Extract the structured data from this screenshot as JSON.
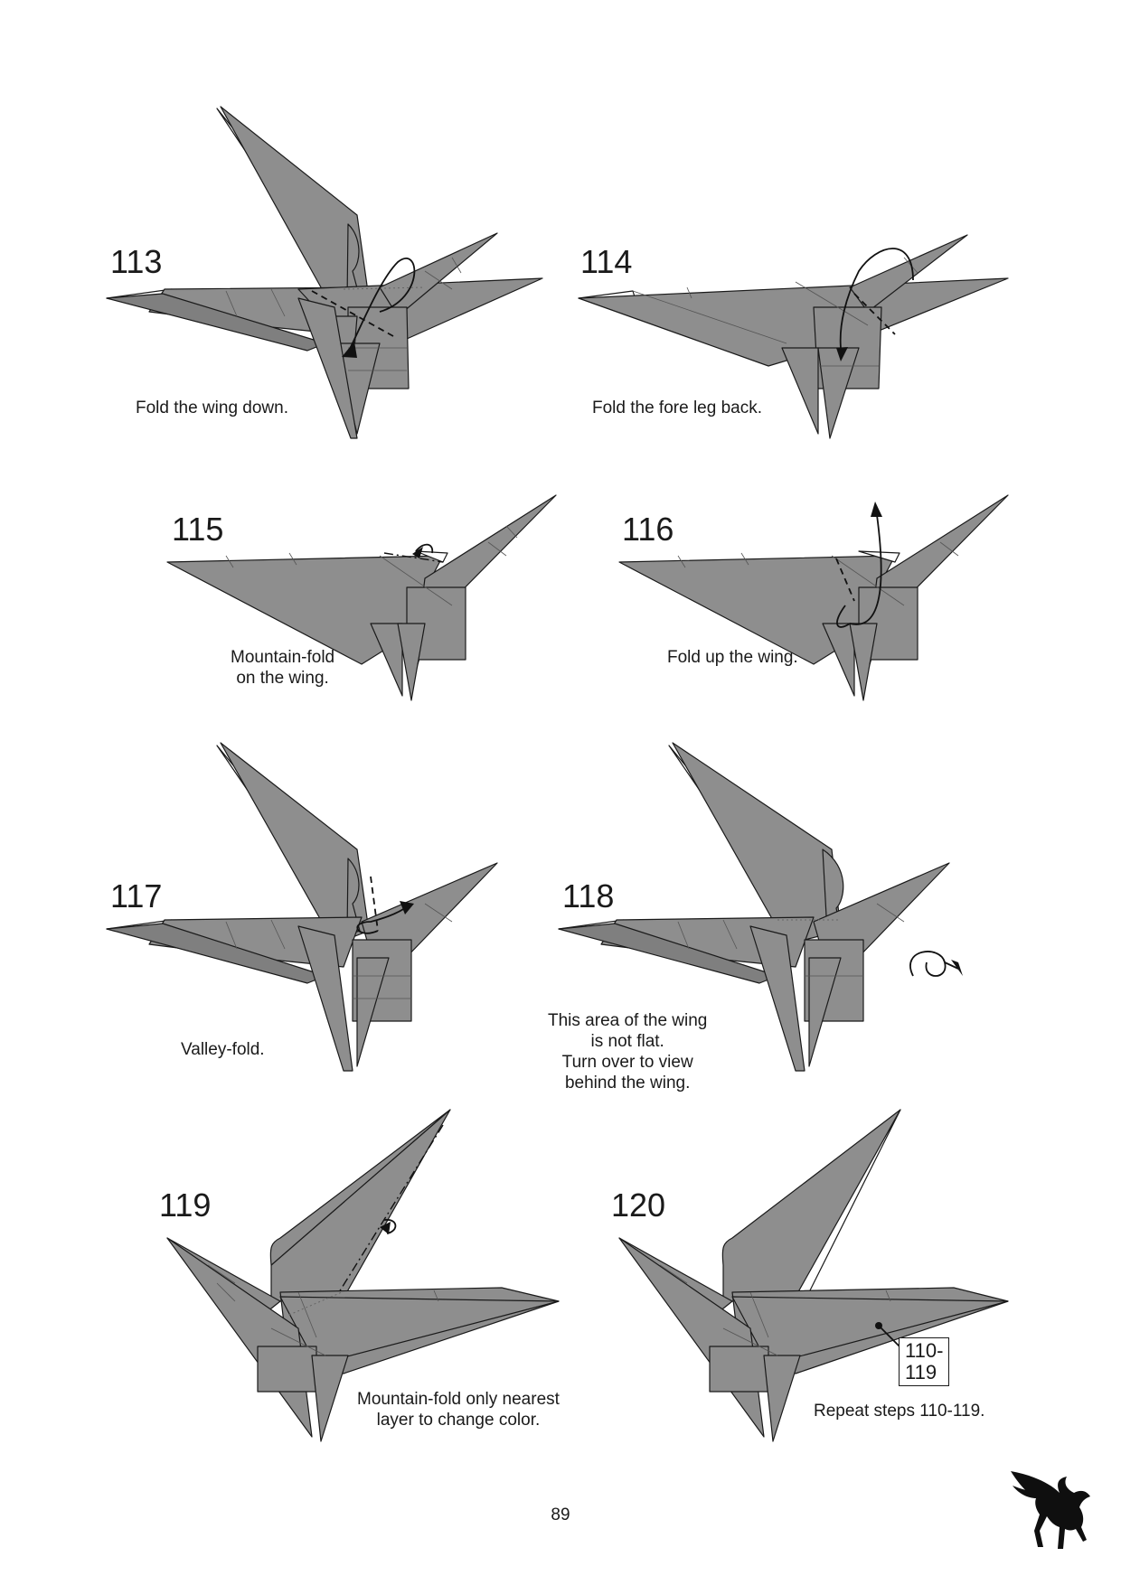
{
  "steps": [
    {
      "number": "113",
      "caption": [
        "Fold the wing down."
      ]
    },
    {
      "number": "114",
      "caption": [
        "Fold the fore leg back."
      ]
    },
    {
      "number": "115",
      "caption": [
        "Mountain-fold",
        "on the wing."
      ]
    },
    {
      "number": "116",
      "caption": [
        "Fold up the wing."
      ]
    },
    {
      "number": "117",
      "caption": [
        "Valley-fold."
      ]
    },
    {
      "number": "118",
      "caption": [
        "This area of the wing",
        "is not flat.",
        "Turn over to view",
        "behind the wing."
      ]
    },
    {
      "number": "119",
      "caption": [
        "Mountain-fold only nearest",
        "layer to change color."
      ]
    },
    {
      "number": "120",
      "caption": [
        "Repeat steps 110-119."
      ],
      "reference_box": "110-119"
    }
  ],
  "page_number": "89",
  "icons": {
    "logo": "pegasus-silhouette-icon",
    "turn_over": "turn-over-arrow-icon"
  },
  "colors": {
    "paper": "#8e8e8e",
    "paper_reverse": "#ffffff",
    "line": "#1a1a1a"
  }
}
